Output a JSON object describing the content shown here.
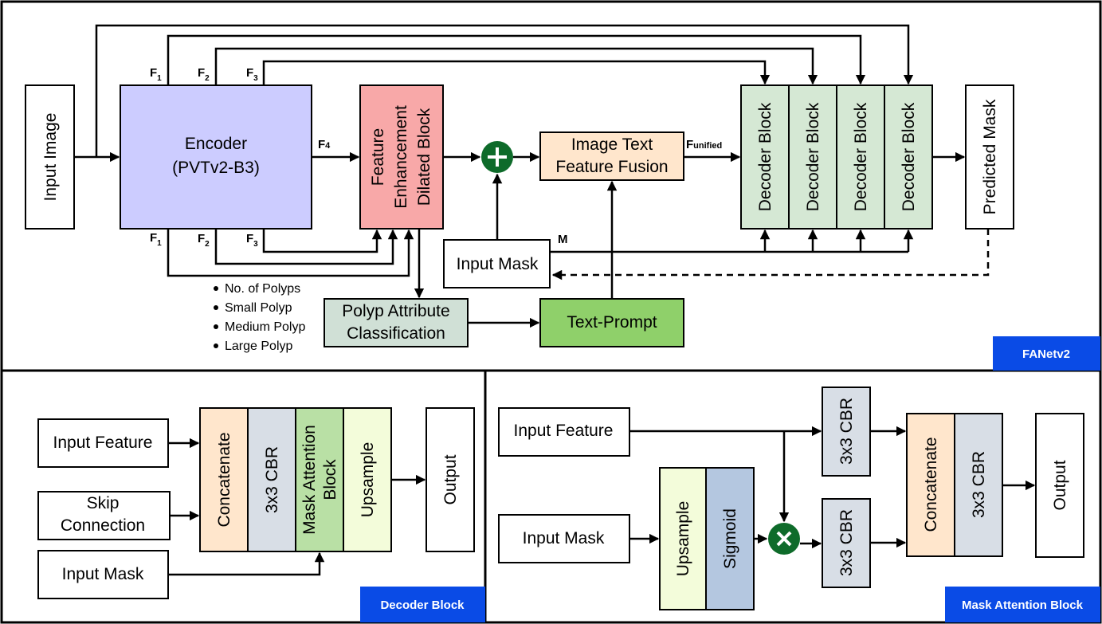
{
  "fanet": {
    "input_image": "Input Image",
    "encoder_line1": "Encoder",
    "encoder_line2": "(PVTv2-B3)",
    "feb": [
      "Feature",
      "Enhancement",
      "Dilated Block"
    ],
    "fusion": [
      "Image Text",
      "Feature Fusion"
    ],
    "decoder_block": "Decoder Block",
    "predicted_mask": "Predicted Mask",
    "input_mask": "Input Mask",
    "pac": [
      "Polyp Attribute",
      "Classification"
    ],
    "text_prompt": "Text-Prompt",
    "f_top": [
      "F1",
      "F2",
      "F3"
    ],
    "f_bottom": [
      "F1",
      "F2",
      "F3"
    ],
    "f_letter": "F",
    "f_subs": [
      "1",
      "2",
      "3",
      "4"
    ],
    "f4": "F4",
    "funified_letter": "F",
    "funified_sub": "unified",
    "m": "M",
    "attributes": [
      "No. of Polyps",
      "Small Polyp",
      "Medium Polyp",
      "Large Polyp"
    ],
    "panel_label": "FANetv2"
  },
  "decoder": {
    "input_feature": "Input Feature",
    "skip": [
      "Skip",
      "Connection"
    ],
    "input_mask": "Input Mask",
    "concatenate": "Concatenate",
    "cbr": "3x3 CBR",
    "mask_attention": [
      "Mask Attention",
      "Block"
    ],
    "upsample": "Upsample",
    "output": "Output",
    "panel_label": "Decoder Block"
  },
  "mask_attention": {
    "input_feature": "Input Feature",
    "input_mask": "Input Mask",
    "upsample": "Upsample",
    "sigmoid": "Sigmoid",
    "cbr": "3x3 CBR",
    "concatenate": "Concatenate",
    "output": "Output",
    "panel_label": "Mask Attention Block"
  },
  "colors": {
    "encoder": "#CCCCFF",
    "feb": "#F8A8A8",
    "fusion": "#FFE6CC",
    "decoder": "#D5E8D4",
    "text_prompt": "#8FD06A",
    "pac": "#D0E0D6",
    "concat": "#FFE6CC",
    "cbr": "#D8DEE6",
    "mask_att": "#B9E0A5",
    "upsample": "#F3FCDA",
    "sigmoid": "#B4C7E0",
    "plus": "#0E6B2A",
    "panel": "#0A4BE6"
  }
}
